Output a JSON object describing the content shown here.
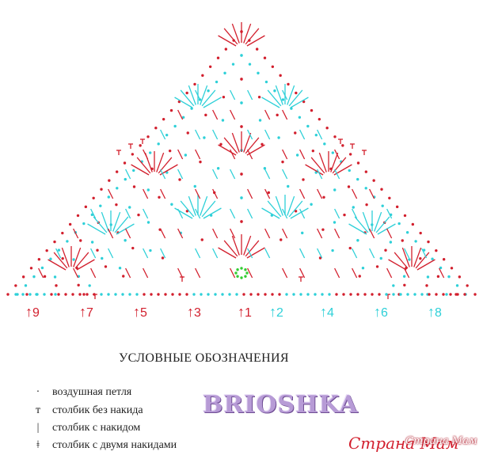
{
  "colors": {
    "odd_rows": "#d21f2d",
    "even_rows": "#2ed0d8",
    "center": "#33cc33"
  },
  "row_labels": [
    {
      "text": "9",
      "color": "red"
    },
    {
      "text": "7",
      "color": "red"
    },
    {
      "text": "5",
      "color": "red"
    },
    {
      "text": "3",
      "color": "red"
    },
    {
      "text": "1",
      "color": "red"
    },
    {
      "text": "2",
      "color": "cyan"
    },
    {
      "text": "4",
      "color": "cyan"
    },
    {
      "text": "6",
      "color": "cyan"
    },
    {
      "text": "8",
      "color": "cyan"
    }
  ],
  "legend": {
    "title": "УСЛОВНЫЕ ОБОЗНАЧЕНИЯ",
    "items": [
      {
        "symbol": "·",
        "label": "воздушная петля"
      },
      {
        "symbol": "т",
        "label": "столбик без накида"
      },
      {
        "symbol": "|",
        "label": "столбик с накидом"
      },
      {
        "symbol": "ǂ",
        "label": "столбик с двумя накидами"
      }
    ]
  },
  "brand": "BRIOSHKA",
  "watermark": "Страна Мам",
  "watermark_overlay": "Страна Мам"
}
